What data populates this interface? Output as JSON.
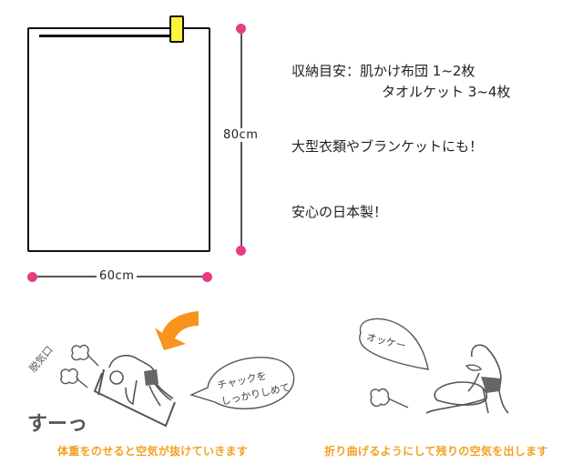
{
  "diagram": {
    "bag_width_label": "60cm",
    "bag_height_label": "80cm",
    "colors": {
      "dimension_dot": "#e53e84",
      "zipper_tab": "#fbf33c",
      "caption": "#f4a020",
      "arrow": "#f7941d"
    }
  },
  "info": {
    "capacity_line1": "収納目安：肌かけ布団 1~2枚",
    "capacity_line2": "タオルケット 3~4枚",
    "large_items": "大型衣類やブランケットにも！",
    "made_in_japan": "安心の日本製！"
  },
  "illustration_left": {
    "vent_label": "脱気口",
    "sound_effect": "すーっ",
    "speech_bubble_line1": "チャックを",
    "speech_bubble_line2": "しっかりしめて",
    "caption": "体重をのせると空気が抜けていきます"
  },
  "illustration_right": {
    "speech_bubble": "オッケー",
    "caption": "折り曲げるようにして残りの空気を出します"
  }
}
